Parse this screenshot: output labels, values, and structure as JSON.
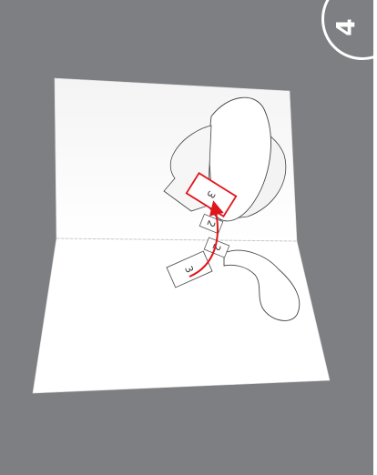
{
  "step": {
    "number": "4"
  },
  "tabs": {
    "tab_2_upper": "2",
    "tab_2_lower": "2",
    "tab_3_lower": "3",
    "tab_3_upper": "3"
  },
  "colors": {
    "background": "#7e7f82",
    "card": "#ffffff",
    "highlight": "#e0161c",
    "outline": "#555555"
  }
}
